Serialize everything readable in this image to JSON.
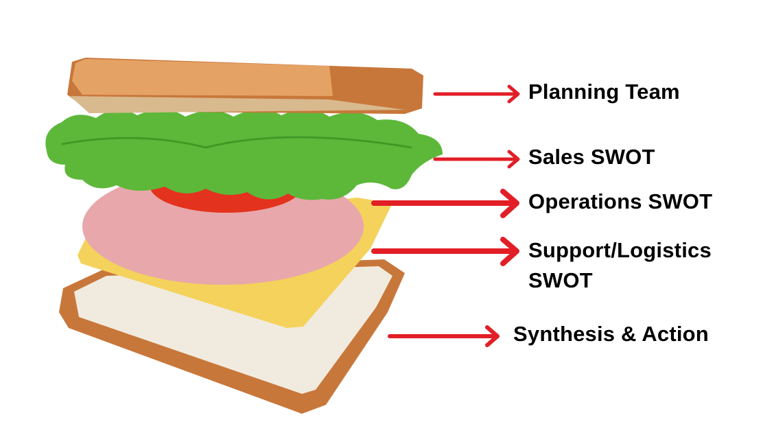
{
  "labels": [
    {
      "id": "planning-team",
      "text": "Planning Team"
    },
    {
      "id": "sales-swot",
      "text": "Sales SWOT"
    },
    {
      "id": "operations-swot",
      "text": "Operations SWOT"
    },
    {
      "id": "support-logistics-swot",
      "text": "Support/Logistics SWOT"
    },
    {
      "id": "synthesis-action",
      "text": "Synthesis & Action"
    }
  ],
  "colors": {
    "arrow": "#e21e26",
    "text": "#000000",
    "crust": "#c8773a",
    "bread": "#f1ebdf",
    "cheese": "#f4d25c",
    "ham": "#e8a7ab",
    "tomato": "#e3321d",
    "lettuce": "#5db83a"
  },
  "image": {
    "icon": "sandwich-illustration"
  }
}
